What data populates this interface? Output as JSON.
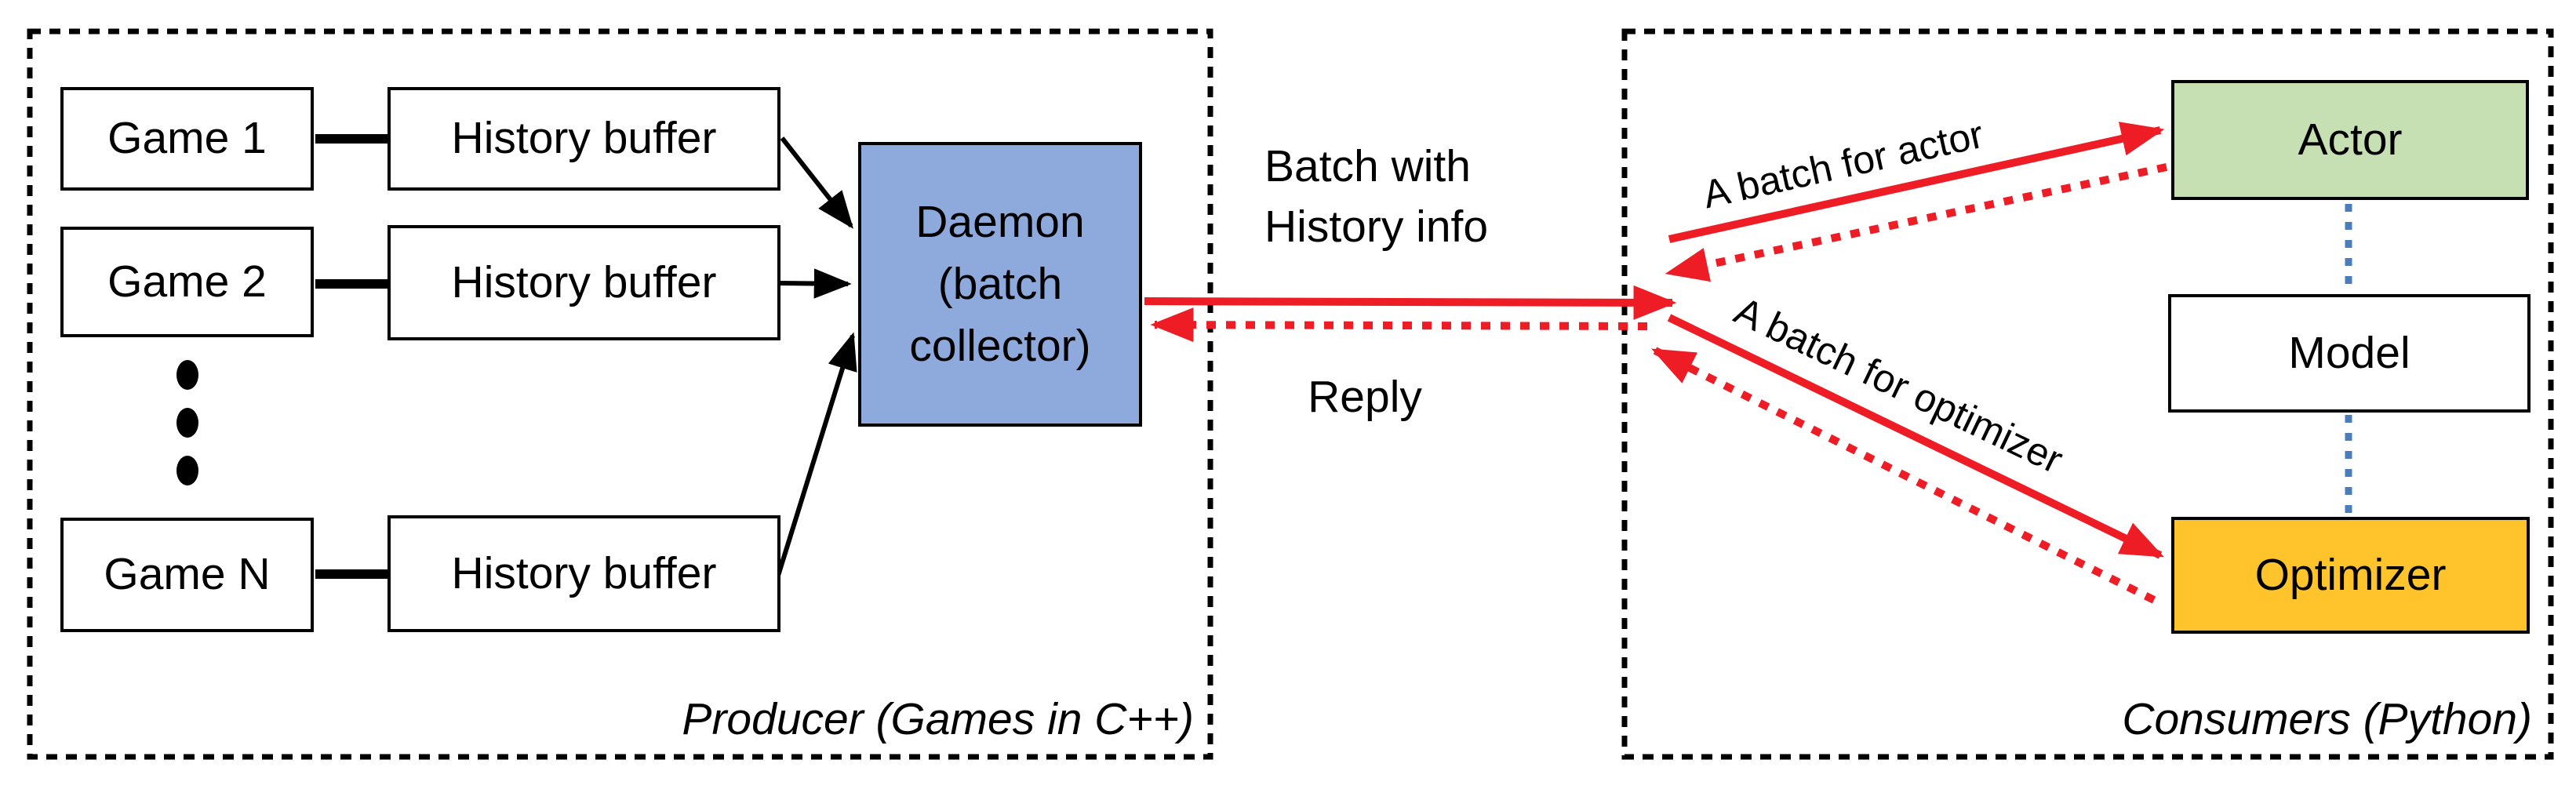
{
  "diagram": {
    "producer": {
      "region_label": "Producer (Games in C++)",
      "rows": [
        {
          "game": "Game 1",
          "buffer": "History buffer"
        },
        {
          "game": "Game 2",
          "buffer": "History buffer"
        },
        {
          "game": "Game N",
          "buffer": "History buffer"
        }
      ],
      "daemon": {
        "line1": "Daemon",
        "line2": "(batch",
        "line3": "collector)"
      }
    },
    "consumers": {
      "region_label": "Consumers (Python)",
      "actor": "Actor",
      "model": "Model",
      "optimizer": "Optimizer"
    },
    "messages": {
      "request_line1": "Batch with",
      "request_line2": "History info",
      "reply": "Reply",
      "actor_batch": "A batch for actor",
      "optimizer_batch": "A batch for optimizer"
    },
    "colors": {
      "daemon_fill": "#8EA9DB",
      "actor_fill": "#C6E0B4",
      "optimizer_fill": "#FFC32B",
      "arrow_red": "#EE1C25",
      "model_link_blue": "#4A7EBB",
      "line_black": "#000000"
    }
  }
}
